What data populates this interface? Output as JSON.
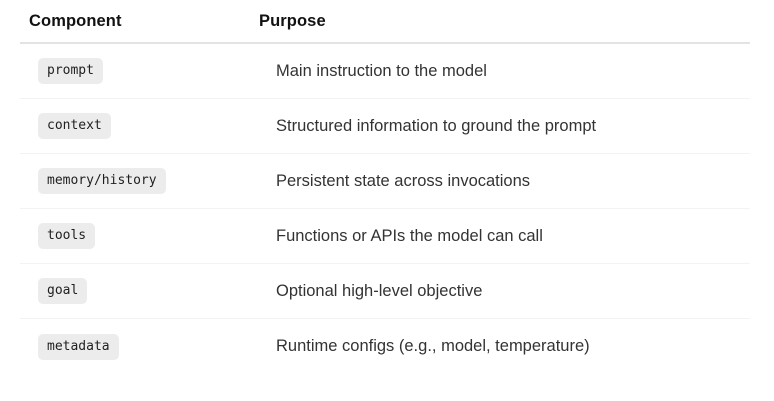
{
  "table": {
    "headers": {
      "component": "Component",
      "purpose": "Purpose"
    },
    "rows": [
      {
        "component": "prompt",
        "purpose": "Main instruction to the model"
      },
      {
        "component": "context",
        "purpose": "Structured information to ground the prompt"
      },
      {
        "component": "memory/history",
        "purpose": "Persistent state across invocations"
      },
      {
        "component": "tools",
        "purpose": "Functions or APIs the model can call"
      },
      {
        "component": "goal",
        "purpose": "Optional high-level objective"
      },
      {
        "component": "metadata",
        "purpose": "Runtime configs (e.g., model, temperature)"
      }
    ]
  },
  "colors": {
    "chip_background": "#ececec",
    "header_border": "#e3e3e3",
    "row_border": "#f3f3f3",
    "header_text": "#121212",
    "body_text": "#333333"
  }
}
